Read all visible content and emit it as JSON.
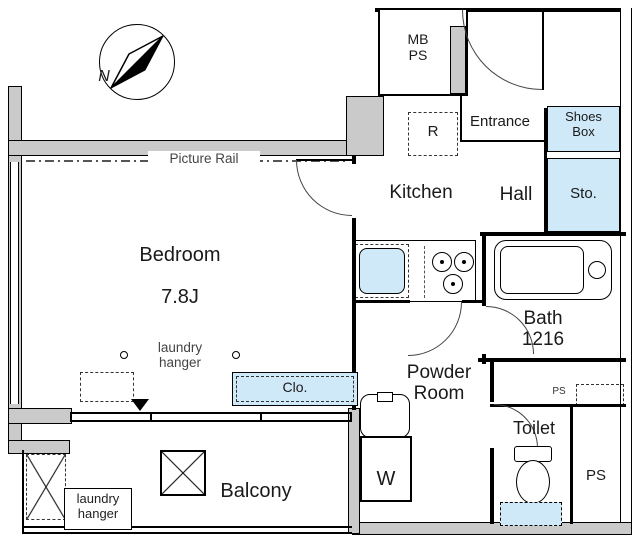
{
  "plan": {
    "compass": {
      "north": "N"
    },
    "rooms": {
      "bedroom_name": "Bedroom",
      "bedroom_size": "7.8J",
      "kitchen": "Kitchen",
      "hall": "Hall",
      "entrance": "Entrance",
      "powder_line1": "Powder",
      "powder_line2": "Room",
      "bath_line1": "Bath",
      "bath_line2": "1216",
      "toilet": "Toilet",
      "balcony": "Balcony"
    },
    "storage": {
      "shoes_line1": "Shoes",
      "shoes_line2": "Box",
      "sto": "Sto.",
      "clo": "Clo."
    },
    "labels": {
      "mb": "MB",
      "ps_meter": "PS",
      "refrigerator": "R",
      "washer": "W",
      "ps_small": "PS",
      "ps_large": "PS",
      "picture_rail": "Picture Rail",
      "laundry_line1": "laundry",
      "laundry_line2": "hanger"
    },
    "colors": {
      "wall_gray": "#cacaca",
      "highlight_blue": "#cfe9f8",
      "line_black": "#000000"
    }
  }
}
